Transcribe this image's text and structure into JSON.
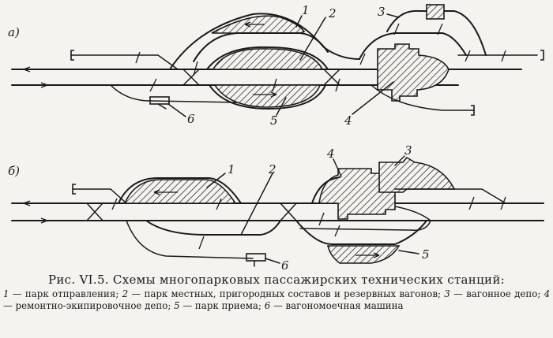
{
  "panels": [
    {
      "label": "а)"
    },
    {
      "label": "б)"
    }
  ],
  "markers": {
    "a": [
      "1",
      "2",
      "3",
      "4",
      "5",
      "6"
    ],
    "b": [
      "1",
      "2",
      "3",
      "4",
      "5",
      "6"
    ]
  },
  "caption": {
    "title": "Рис. VI.5. Схемы многопарковых пассажирских технических станций:",
    "legend": [
      {
        "num": "1",
        "text": "парк отправления;"
      },
      {
        "num": "2",
        "text": "парк местных, пригородных составов и резервных вагонов;"
      },
      {
        "num": "3",
        "text": "вагонное депо;"
      },
      {
        "num": "4",
        "text": "ремонтно-экипировочное депо;"
      },
      {
        "num": "5",
        "text": "парк приема;"
      },
      {
        "num": "6",
        "text": "вагономоечная машина"
      }
    ],
    "dash": "—"
  }
}
